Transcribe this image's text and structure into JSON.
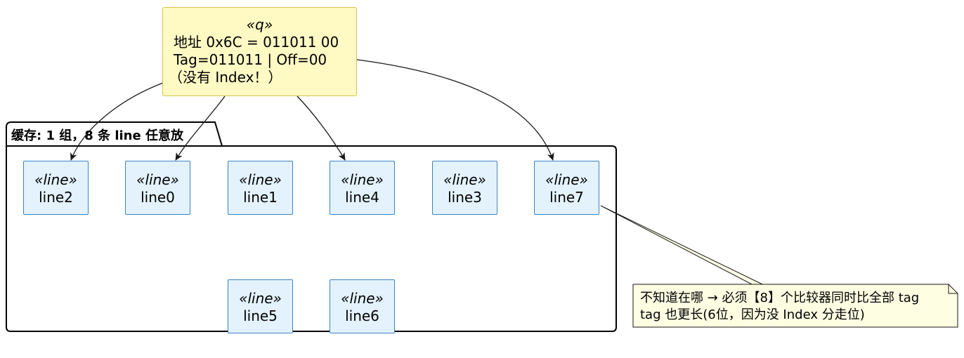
{
  "query_box": {
    "stereotype": "«q»",
    "lines": [
      "地址 0x6C = 011011 00",
      "Tag=011011 | Off=00",
      "（没有 Index！）"
    ]
  },
  "cache_package": {
    "title": "缓存: 1 组，8 条 line 任意放"
  },
  "lines": [
    {
      "stereotype": "«line»",
      "name": "line2"
    },
    {
      "stereotype": "«line»",
      "name": "line0"
    },
    {
      "stereotype": "«line»",
      "name": "line1"
    },
    {
      "stereotype": "«line»",
      "name": "line4"
    },
    {
      "stereotype": "«line»",
      "name": "line3"
    },
    {
      "stereotype": "«line»",
      "name": "line7"
    },
    {
      "stereotype": "«line»",
      "name": "line5"
    },
    {
      "stereotype": "«line»",
      "name": "line6"
    }
  ],
  "note": {
    "lines": [
      "不知道在哪 → 必须【8】个比较器同时比全部 tag",
      "tag 也更长(6位，因为没 Index 分走位)"
    ]
  },
  "colors": {
    "query_fill": "#fff9c4",
    "query_border": "#d9c24a",
    "line_fill": "#e3f2fd",
    "line_border": "#3b82c4",
    "note_fill": "#fefee3",
    "note_border": "#9a9a3a"
  }
}
